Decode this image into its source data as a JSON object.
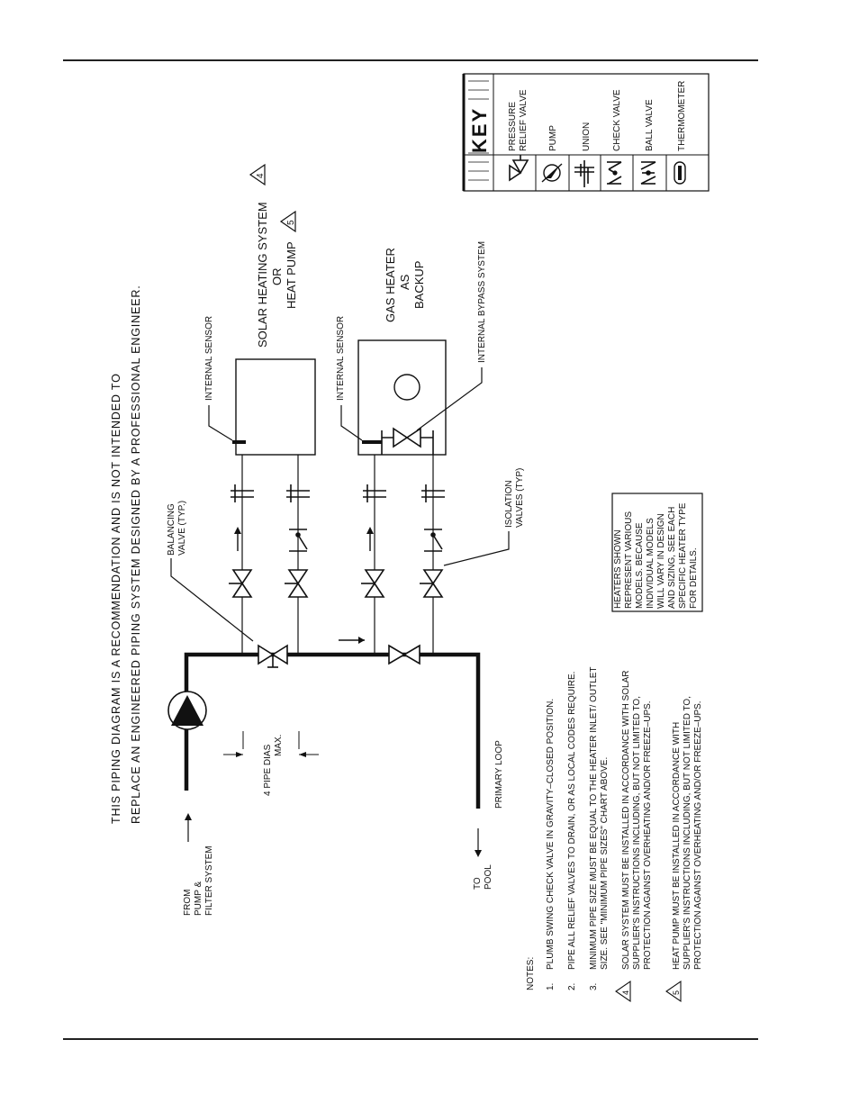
{
  "intro": {
    "line1": "THIS PIPING DIAGRAM IS A RECOMMENDATION AND IS NOT INTENDED TO",
    "line2": "REPLACE AN ENGINEERED PIPING SYSTEM DESIGNED BY A PROFESSIONAL ENGINEER."
  },
  "key": {
    "title": "KEY",
    "items": [
      {
        "label_lines": [
          "PRESSURE",
          "RELIEF VALVE"
        ],
        "icon": "pressure-relief-valve-icon"
      },
      {
        "label_lines": [
          "PUMP"
        ],
        "icon": "pump-icon"
      },
      {
        "label_lines": [
          "UNION"
        ],
        "icon": "union-icon"
      },
      {
        "label_lines": [
          "CHECK VALVE"
        ],
        "icon": "check-valve-icon"
      },
      {
        "label_lines": [
          "BALL VALVE"
        ],
        "icon": "ball-valve-icon"
      },
      {
        "label_lines": [
          "THERMOMETER"
        ],
        "icon": "thermometer-icon"
      }
    ]
  },
  "labels": {
    "solar_line1": "SOLAR HEATING SYSTEM",
    "solar_line2": "OR",
    "solar_line3": "HEAT PUMP",
    "solar_badge": "4",
    "heatpump_badge": "5",
    "gas_line1": "GAS HEATER",
    "gas_line2": "AS",
    "gas_line3": "BACKUP",
    "internal_sensor": "INTERNAL SENSOR",
    "internal_bypass": "INTERNAL BYPASS SYSTEM",
    "balancing_line1": "BALANCING",
    "balancing_line2": "VALVE (TYP.)",
    "isolation_line1": "ISOLATION",
    "isolation_line2": "VALVES (TYP)",
    "pipe_dias_line1": "4 PIPE DIAS",
    "pipe_dias_line2": "MAX.",
    "primary_loop": "PRIMARY LOOP",
    "from_line1": "FROM",
    "from_line2": "PUMP &",
    "from_line3": "FILTER SYSTEM",
    "to_line1": "TO",
    "to_line2": "POOL"
  },
  "heaters_note": [
    "HEATERS SHOWN",
    "REPRESENT VARIOUS",
    "MODELS. BECAUSE",
    "INDIVIDUAL MODELS",
    "WILL VARY IN DESIGN",
    "AND SIZING, SEE EACH",
    "SPECIFIC HEATER TYPE",
    "FOR DETAILS."
  ],
  "notes": {
    "title": "NOTES:",
    "items": [
      {
        "num": "1.",
        "lines": [
          "PLUMB SWING CHECK VALVE IN GRAVITY–CLOSED POSITION."
        ]
      },
      {
        "num": "2.",
        "lines": [
          "PIPE ALL RELIEF VALVES TO DRAIN, OR AS LOCAL CODES REQUIRE."
        ]
      },
      {
        "num": "3.",
        "lines": [
          "MINIMUM PIPE SIZE MUST BE EQUAL TO THE HEATER INLET/ OUTLET",
          "SIZE.  SEE \"MINIMUM PIPE SIZES\" CHART ABOVE."
        ]
      },
      {
        "num": "4",
        "lines": [
          "SOLAR SYSTEM MUST BE INSTALLED IN ACCORDANCE WITH SOLAR",
          "SUPPLIER'S INSTRUCTIONS INCLUDING, BUT NOT LIMITED TO,",
          "PROTECTION AGAINST OVERHEATING AND/OR FREEZE–UPS."
        ]
      },
      {
        "num": "5",
        "lines": [
          "HEAT PUMP MUST BE INSTALLED IN ACCORDANCE WITH",
          "SUPPLIER'S INSTRUCTIONS INCLUDING, BUT NOT LIMITED TO,",
          "PROTECTION AGAINST OVERHEATING AND/OR FREEZE–UPS."
        ]
      }
    ]
  }
}
